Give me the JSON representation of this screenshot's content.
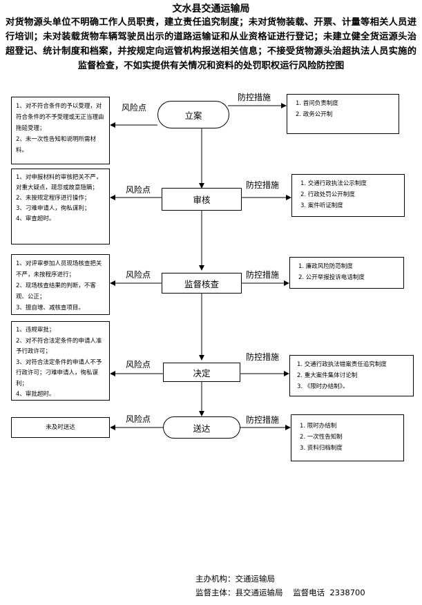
{
  "title": "文水县交通运输局",
  "subtitle": "对货物源头单位不明确工作人员职责，建立责任追究制度；未对货物装载、开票、计量等相关人员进行培训；未对装载货物车辆驾驶员出示的道路运输证和从业资格证进行登记；未建立健全货运源头治超登记、统计制度和档案，并按规定向运管机构报送相关信息；不接受货物源头治超执法人员实施的监督检查，不如实提供有关情况和资料的处罚职权运行风险防控图",
  "risk_label": "风险点",
  "control_label": "防控措施",
  "steps": [
    {
      "name": "立案",
      "risks": [
        "1、对不符合条件的予以受理，对符合条件的不予受理或无正当理由拖延受理；",
        "2、未一次性告知和说明所需材料。"
      ],
      "controls": [
        "1. 首问负责制度",
        "2. 政务公开制"
      ]
    },
    {
      "name": "审核",
      "risks": [
        "1、对申报材料的审核把关不严，对重大疑点，疏忽或故意隐瞒；",
        "2、未按规定程序进行操作；",
        "3、刁难申请人，徇私谋利；",
        "4、审查超时。"
      ],
      "controls": [
        "1. 交通行政执法公示制度",
        "2. 行政处罚公开制度",
        "3. 案件听证制度"
      ]
    },
    {
      "name": "监督核查",
      "risks": [
        "1、对评审参加人员现场核查把关不严，未按程序进行；",
        "2、现场核查结果的判断，不客观、公正；",
        "3、擅自增、减核查项目。"
      ],
      "controls": [
        "1. 廉政风险防范制度",
        "2. 公开举报投诉电话制度"
      ]
    },
    {
      "name": "决定",
      "risks": [
        "1、违规审批；",
        "2、对不符合法定条件的申请人准予行政许可；",
        "3、对符合法定条件的申请人不予行政许可；刁难申请人，徇私谋利；",
        "4、审批超时。"
      ],
      "controls": [
        "1. 交通行政执法错案责任追究制度",
        "2. 重大案件集体讨论制",
        "3. 《限时办结制》。"
      ]
    },
    {
      "name": "送达",
      "risks": [
        "未及时送达"
      ],
      "controls": [
        "1. 限时办结制",
        "2. 一次性告知制",
        "3. 资料归档制度"
      ]
    }
  ],
  "footer": {
    "organizer": "主办机构：交通运输局",
    "supervisor": "监督主体：县交通运输局    监督电话  2338700"
  }
}
